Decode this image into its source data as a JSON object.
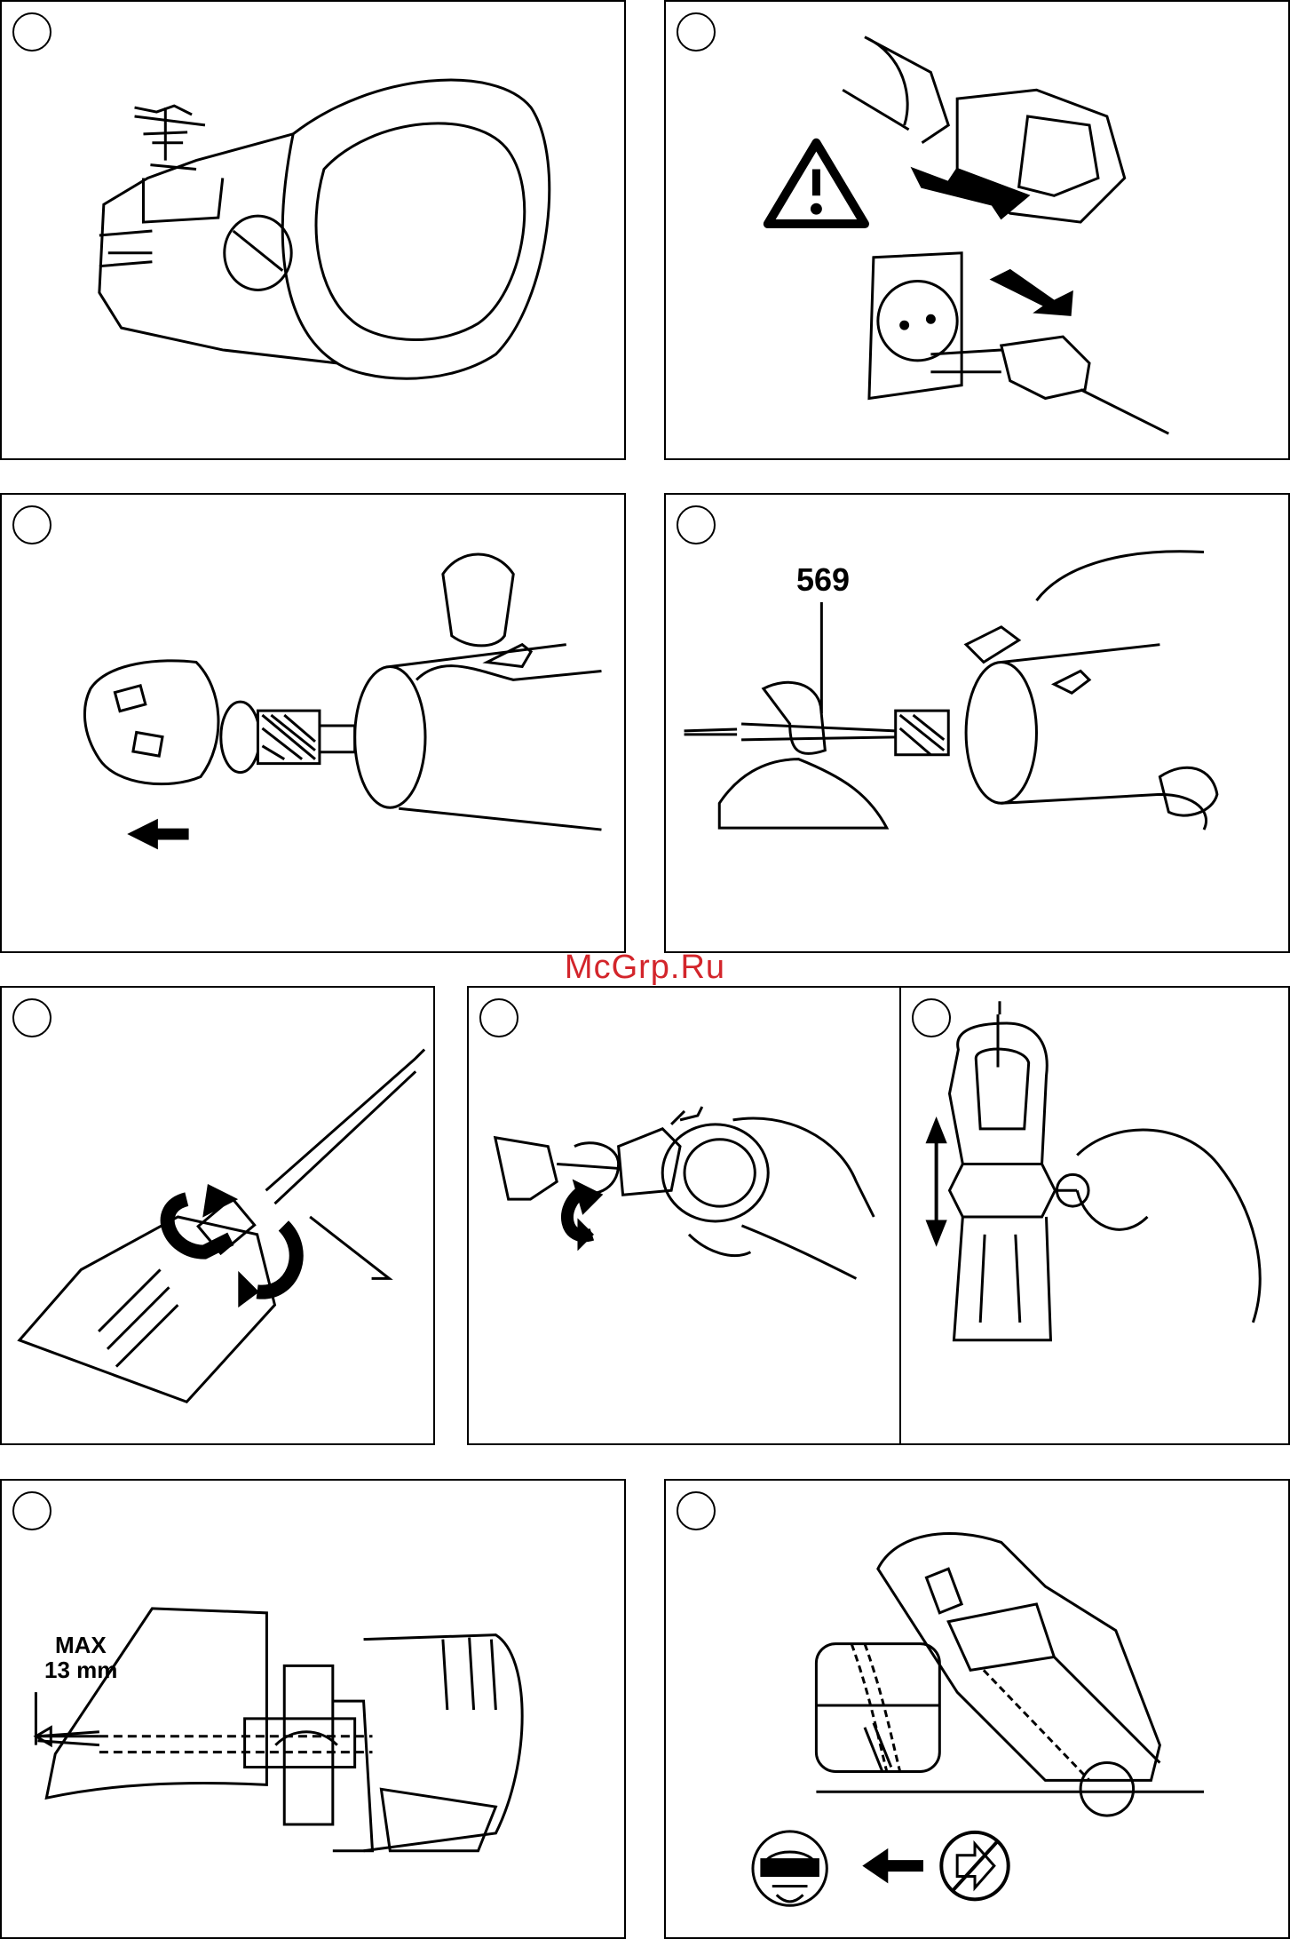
{
  "watermark": "McGrp.Ru",
  "panels": {
    "p4": {
      "label": "569"
    },
    "p8": {
      "max_label": "MAX",
      "size_label": "13 mm"
    }
  }
}
